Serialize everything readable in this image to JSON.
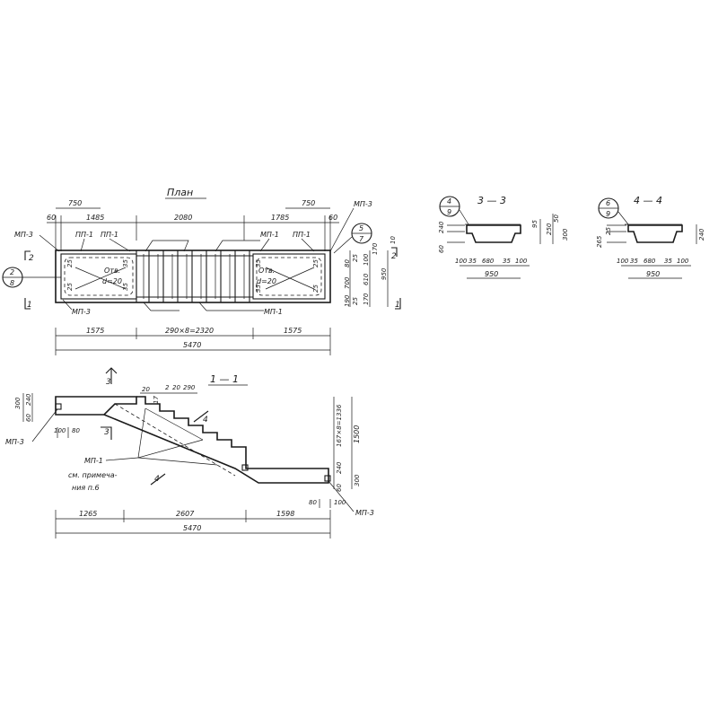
{
  "plan": {
    "title": "План",
    "dims_top": {
      "d750_left": "750",
      "d750_right": "750",
      "d60_left": "60",
      "d60_right": "60",
      "d1485": "1485",
      "d2080": "2080",
      "d1785": "1785"
    },
    "labels": {
      "mp3_top_left": "МП-3",
      "mp3_top_right": "МП-3",
      "pp1_a": "ПП-1",
      "pp1_b": "ПП-1",
      "mp1_top": "МП-1",
      "pp1_c": "ПП-1",
      "mp3_bottom": "МП-3",
      "mp1_bottom": "МП-1"
    },
    "opening_left": {
      "line1": "Отв.",
      "line2": "d=20"
    },
    "opening_right": {
      "line1": "Отв.",
      "line2": "d=20"
    },
    "small_dims": {
      "left_25a": "25",
      "left_25b": "25",
      "right_25a": "25",
      "right_25b": "25",
      "mid_35a": "35",
      "mid_35b": "35",
      "r35a": "35",
      "r35b": "35"
    },
    "section_marks": {
      "left_top": "2",
      "left_bottom": "1",
      "right_top": "2",
      "right_bottom": "1"
    },
    "circle_left": {
      "top": "2",
      "bottom": "8"
    },
    "circle_right": {
      "top": "5",
      "bottom": "7"
    },
    "dims_right": {
      "d80": "80",
      "d100": "100",
      "d25": "25",
      "d700": "700",
      "d170": "170",
      "d610": "610",
      "d950": "950",
      "d10": "10",
      "d25b": "25",
      "d190": "190",
      "d170b": "170"
    },
    "dims_bottom": {
      "d1575_left": "1575",
      "d290x8": "290×8=2320",
      "d1575_right": "1575",
      "d5470": "5470"
    }
  },
  "section11": {
    "title": "1 — 1",
    "labels": {
      "mp3_left": "МП-3",
      "mp1": "МП-1",
      "mp3_right": "МП-3",
      "note_line1": "см. примеча-",
      "note_line2": "ния п.6"
    },
    "marks": {
      "s3_top": "3",
      "s3_mid": "3",
      "s4_right": "4",
      "s4_bottom": "4"
    },
    "dims_top": {
      "d20a": "20",
      "d20b": "20",
      "d2": "2",
      "d290": "290",
      "d17": "17"
    },
    "dims_left": {
      "d300": "300",
      "d240": "240",
      "d60": "60",
      "d100": "100",
      "d80": "80"
    },
    "dims_right": {
      "d1336": "167×8=1336",
      "d1500": "1500",
      "d240": "240",
      "d60": "60",
      "d300": "300",
      "d80": "80",
      "d100": "100"
    },
    "dims_bottom": {
      "d1265": "1265",
      "d2607": "2607",
      "d1598": "1598",
      "d5470": "5470"
    }
  },
  "section33": {
    "title": "3 — 3",
    "circle": {
      "top": "4",
      "bottom": "9"
    },
    "dims_left": {
      "d60": "60",
      "d240": "240"
    },
    "dims_right": {
      "d95": "95",
      "d250": "250",
      "d50": "50",
      "d300": "300"
    },
    "dims_bottom": {
      "a": "100",
      "b": "35",
      "c": "680",
      "d": "35",
      "e": "100",
      "total": "950"
    }
  },
  "section44": {
    "title": "4 — 4",
    "circle": {
      "top": "6",
      "bottom": "9"
    },
    "dims_left": {
      "d265": "265",
      "d25": "25"
    },
    "dims_right": {
      "d240": "240"
    },
    "dims_bottom": {
      "a": "100",
      "b": "35",
      "c": "680",
      "d": "35",
      "e": "100",
      "total": "950"
    }
  }
}
